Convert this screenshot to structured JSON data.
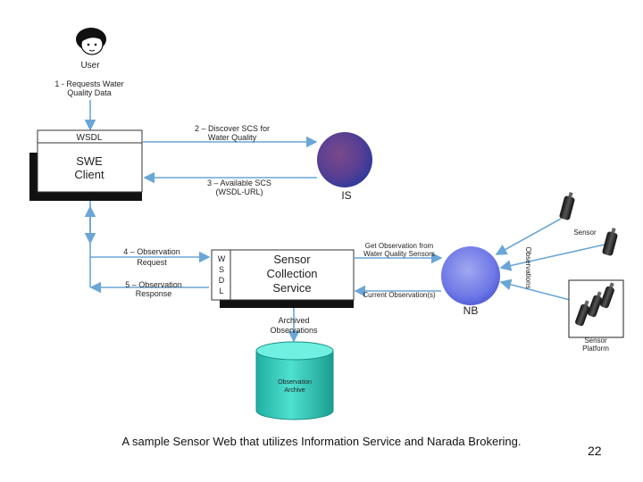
{
  "actors": {
    "user": "User",
    "swe_client": {
      "header": "WSDL",
      "line1": "SWE",
      "line2": "Client"
    },
    "is_node": "IS",
    "nb_node": "NB",
    "scs": {
      "side": [
        "W",
        "S",
        "D",
        "L"
      ],
      "line1": "Sensor",
      "line2": "Collection",
      "line3": "Service"
    },
    "sensor": "Sensor",
    "sensor_platform": {
      "line1": "Sensor",
      "line2": "Platform"
    },
    "archive": {
      "line1": "Observation",
      "line2": "Archive"
    }
  },
  "messages": {
    "m1": {
      "line1": "1 - Requests Water",
      "line2": "Quality Data"
    },
    "m2": {
      "line1": "2 – Discover SCS for",
      "line2": "Water Quality"
    },
    "m3": {
      "line1": "3 – Available SCS",
      "line2": "(WSDL-URL)"
    },
    "m4": {
      "line1": "4 – Observation",
      "line2": "Request"
    },
    "m5": {
      "line1": "5 – Observation",
      "line2": "Response"
    },
    "get_obs": {
      "line1": "Get Observation from",
      "line2": "Water Quality Sensors"
    },
    "current_obs": "Current Observation(s)",
    "observations": "Observations",
    "archived": {
      "line1": "Archived",
      "line2": "Observations"
    }
  },
  "caption": "A sample Sensor Web that utilizes Information Service and Narada Brokering.",
  "page_number": "22"
}
